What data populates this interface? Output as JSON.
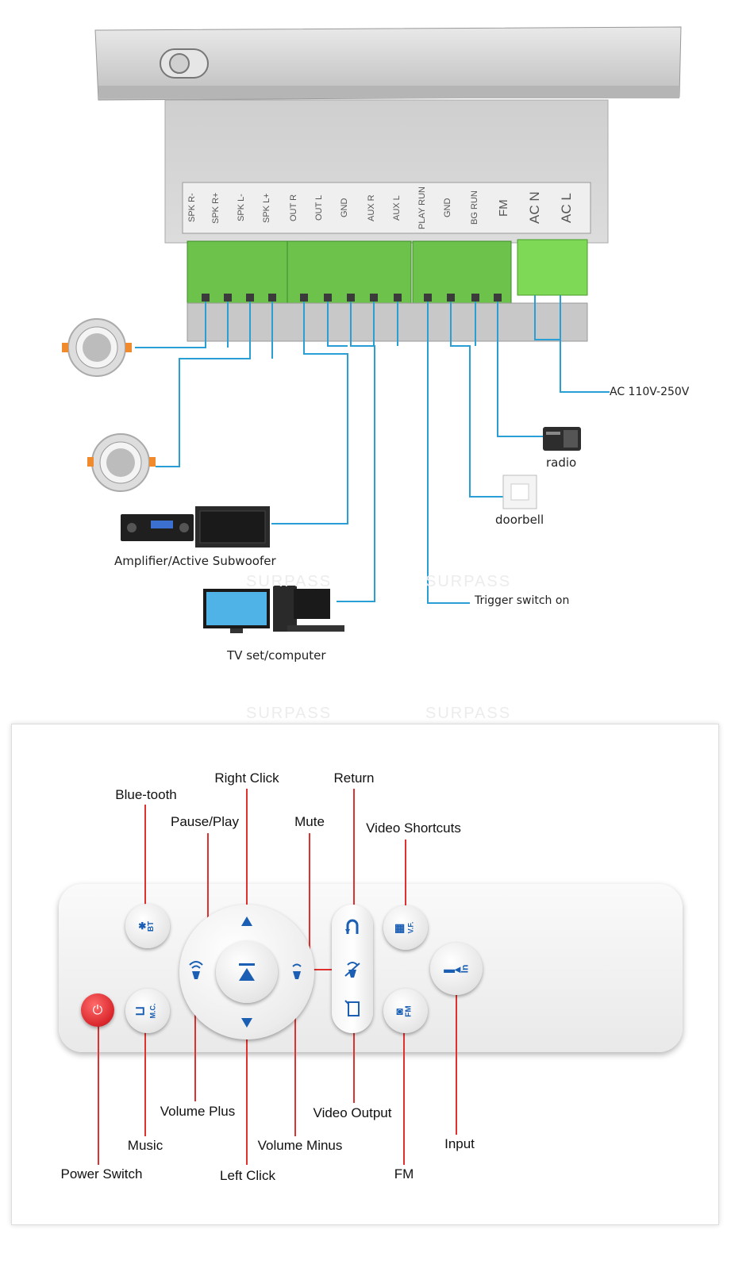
{
  "wiring": {
    "terminals": [
      "SPK R-",
      "SPK R+",
      "SPK L-",
      "SPK L+",
      "OUT R",
      "OUT L",
      "GND",
      "AUX R",
      "AUX L",
      "PLAY RUN",
      "GND",
      "BG RUN",
      "FM",
      "AC N",
      "AC L"
    ],
    "labels": {
      "ac": "AC 110V-250V",
      "radio": "radio",
      "doorbell": "doorbell",
      "amplifier": "Amplifier/Active Subwoofer",
      "trigger": "Trigger switch on",
      "tv": "TV set/computer"
    }
  },
  "remote": {
    "labels": {
      "bluetooth": "Blue-tooth",
      "right_click": "Right Click",
      "return": "Return",
      "pause_play": "Pause/Play",
      "mute": "Mute",
      "video_shortcuts": "Video Shortcuts",
      "volume_plus": "Volume Plus",
      "video_output": "Video Output",
      "music": "Music",
      "volume_minus": "Volume Minus",
      "input": "Input",
      "power_switch": "Power Switch",
      "left_click": "Left Click",
      "fm": "FM"
    },
    "buttons": {
      "bt": "BT",
      "mc": "M.C.",
      "vf": "V.F.",
      "fm": "FM",
      "in": "In"
    }
  },
  "watermark": "SURPASS",
  "colors": {
    "wire": "#2a9fd6",
    "leader": "#e03030",
    "terminal_green": "#6cc24a",
    "button_blue": "#1a5fb4",
    "power_red": "#d9262b"
  }
}
